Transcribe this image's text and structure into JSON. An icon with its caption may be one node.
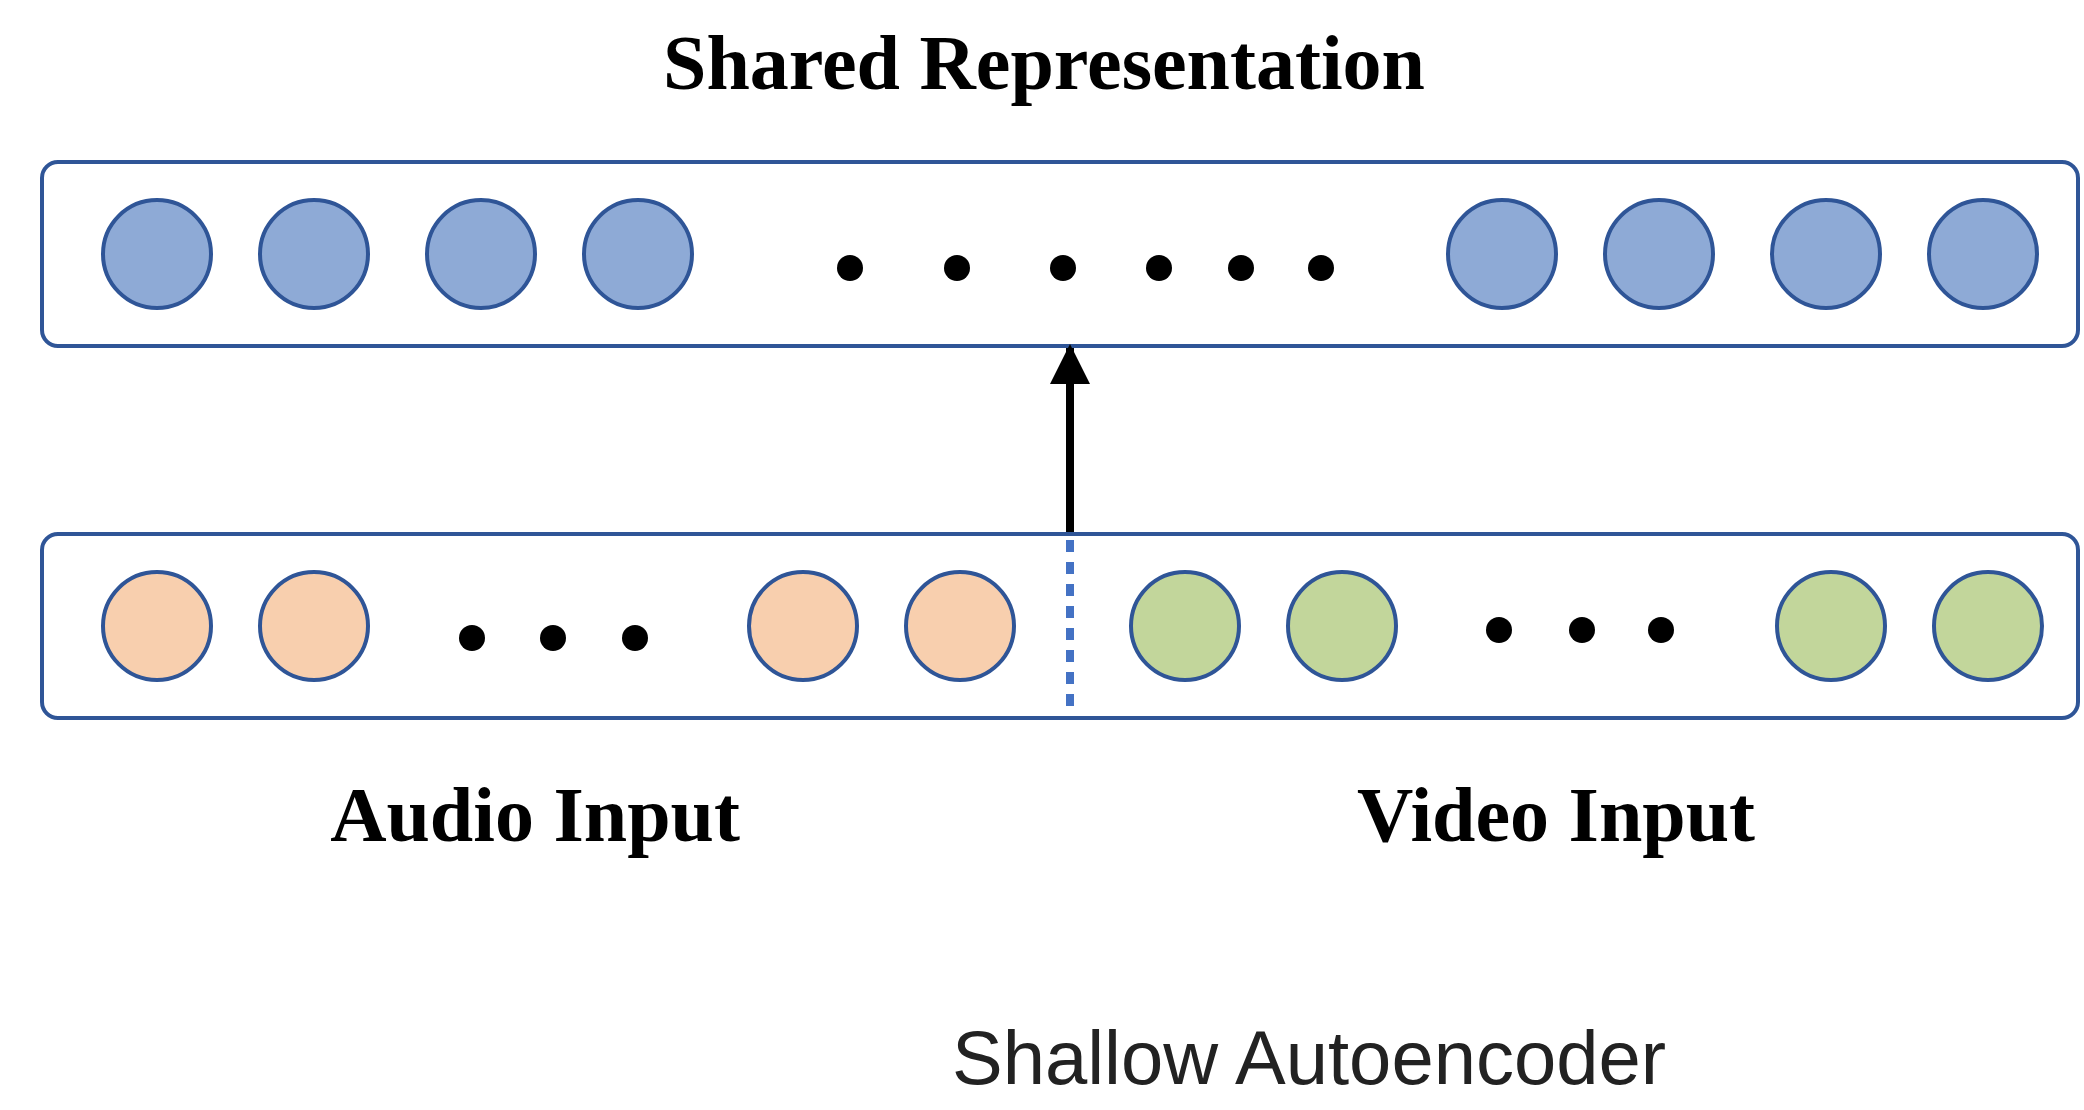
{
  "diagram": {
    "caption": "Shallow Autoencoder",
    "nodes": [
      {
        "text": [
          "Shared Representation"
        ]
      },
      {
        "text": [],
        "shape": "circle",
        "in": 0
      },
      {
        "text": [],
        "shape": "circle",
        "in": 0
      },
      {
        "text": [],
        "shape": "circle",
        "in": 0
      },
      {
        "text": [],
        "shape": "circle",
        "in": 0
      },
      {
        "text": [],
        "shape": "circle",
        "in": 0
      },
      {
        "text": [],
        "shape": "circle",
        "in": 0
      },
      {
        "text": [],
        "shape": "circle",
        "in": 0
      },
      {
        "text": [],
        "shape": "circle",
        "in": 0
      },
      {
        "text": [
          "Audio Input",
          "Video Input"
        ]
      },
      {
        "text": [],
        "shape": "circle",
        "in": 9
      },
      {
        "text": [],
        "shape": "circle",
        "in": 9
      },
      {
        "text": [],
        "shape": "circle",
        "in": 9
      },
      {
        "text": [],
        "shape": "circle",
        "in": 9
      },
      {
        "text": [],
        "shape": "circle",
        "in": 9
      },
      {
        "text": [],
        "shape": "circle",
        "in": 9
      },
      {
        "text": [],
        "shape": "circle",
        "in": 9
      },
      {
        "text": [],
        "shape": "circle",
        "in": 9
      }
    ],
    "edges": [
      {
        "from": 9,
        "to": 0,
        "arrow": "to"
      }
    ]
  }
}
